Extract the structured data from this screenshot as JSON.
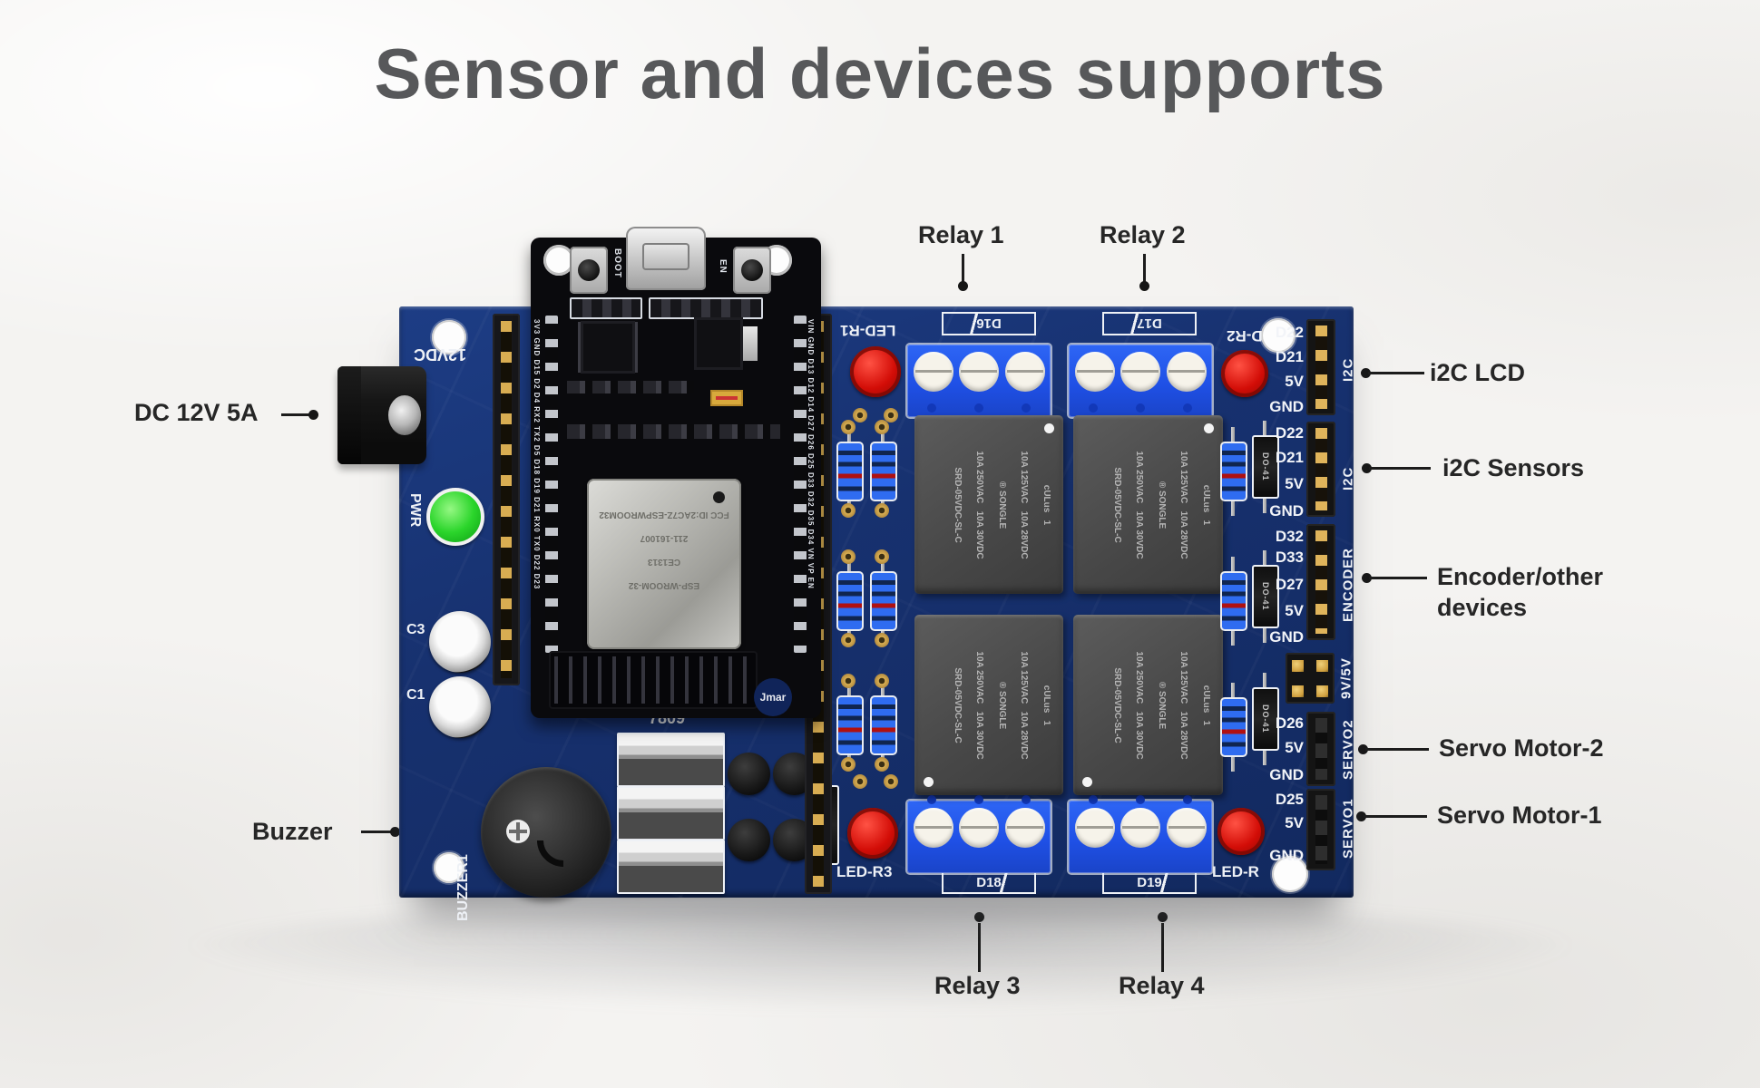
{
  "title": "Sensor and devices supports",
  "callouts": {
    "relay1": "Relay 1",
    "relay2": "Relay 2",
    "relay3": "Relay 3",
    "relay4": "Relay 4",
    "dc_power": "DC 12V 5A",
    "buzzer": "Buzzer",
    "i2c_lcd": "i2C LCD",
    "i2c_sensors": "i2C Sensors",
    "encoder_line1": "Encoder/other",
    "encoder_line2": "devices",
    "servo_motor_2": "Servo Motor-2",
    "servo_motor_1": "Servo Motor-1"
  },
  "board": {
    "silkscreen": {
      "power_in": "12VDC",
      "pwr_led": "PWR",
      "cap_c3": "C3",
      "cap_c1": "C1",
      "buzzer_ref": "BUZZER1",
      "regulator": "7809",
      "led_r1": "LED-R1",
      "led_r2": "D-R2",
      "led_r3": "LED-R3",
      "led_r4": "LED-R",
      "d16": "D16",
      "d17": "D17",
      "d18": "D18",
      "d19": "D19",
      "diode_pkg": "DO-41"
    },
    "esp32": {
      "boot_button": "BOOT",
      "en_button": "EN",
      "left_pins": "3V3 GND D15 D2 D4 RX2 TX2 D5 D18 D19 D21 RX0 TX0 D22 D23",
      "right_pins": "VIN GND D13 D12 D14 D27 D26 D25 D33 D32 D35 D34 VN VP EN",
      "shield_fcc": "FCC ID:2AC7Z-ESPWROOM32",
      "shield_id": "211-161007",
      "shield_ce": "CE1313",
      "shield_model": "ESP-WROOM-32",
      "logo": "Jmar"
    },
    "relay_label_lines": [
      "cULus   1",
      "10A 125VAC   10A 28VDC",
      "® SONGLE",
      "10A 250VAC   10A 30VDC",
      "SRD-05VDC-SL-C"
    ],
    "right_headers": [
      {
        "label": "I2C",
        "pins": [
          "D22",
          "D21",
          "5V",
          "GND"
        ]
      },
      {
        "label": "I2C",
        "pins": [
          "D22",
          "D21",
          "5V",
          "GND"
        ]
      },
      {
        "label": "ENCODER",
        "pins": [
          "D32",
          "D33",
          "D27",
          "5V",
          "GND"
        ]
      },
      {
        "label": "9V/5V",
        "pins": []
      },
      {
        "label": "SERVO2",
        "pins": [
          "D26",
          "5V",
          "GND"
        ]
      },
      {
        "label": "SERVO1",
        "pins": [
          "D25",
          "5V",
          "GND"
        ]
      }
    ],
    "colors": {
      "pcb_blue": "#17316f",
      "terminal_blue": "#1f50e6",
      "led_red": "#c40a0a",
      "led_green": "#2ad02a",
      "gold": "#c9a24a",
      "silk_white": "#eef1f6",
      "title_gray": "#57585a"
    }
  }
}
